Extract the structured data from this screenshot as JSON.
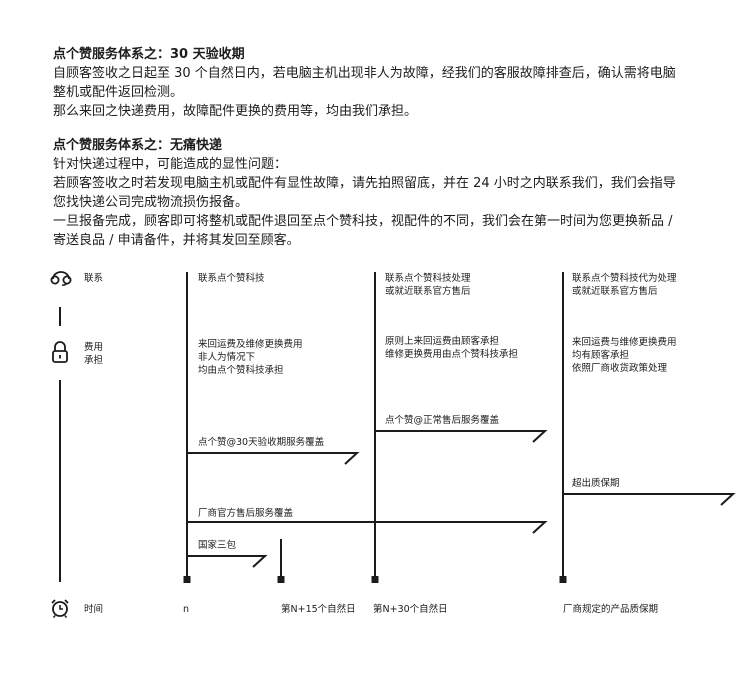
{
  "intro": {
    "section1": {
      "title": "点个赞服务体系之：30 天验收期",
      "lines": [
        "自顾客签收之日起至 30 个自然日内，若电脑主机出现非人为故障，经我们的客服故障排查后，确认需将电脑",
        "整机或配件返回检测。",
        "那么来回之快递费用，故障配件更换的费用等，均由我们承担。"
      ]
    },
    "section2": {
      "title": "点个赞服务体系之：无痛快递",
      "lines": [
        "针对快递过程中，可能造成的显性问题：",
        "若顾客签收之时若发现电脑主机或配件有显性故障，请先拍照留底，并在 24 小时之内联系我们，我们会指导",
        "您找快递公司完成物流损伤报备。",
        "一旦报备完成，顾客即可将整机或配件退回至点个赞科技，视配件的不同，我们会在第一时间为您更换新品 /",
        "寄送良品 / 申请备件，并将其发回至顾客。"
      ]
    }
  },
  "row_labels": {
    "contact": "联系",
    "cost_line1": "费用",
    "cost_line2": "承担",
    "time": "时间"
  },
  "icons": {
    "contact": "headset-icon",
    "cost": "padlock-icon",
    "time": "alarm-clock-icon"
  },
  "timeline": {
    "col1": {
      "contact": "联系点个赞科技",
      "cost": [
        "来回运费及维修更换费用",
        "非人为情况下",
        "均由点个赞科技承担"
      ],
      "time": "n"
    },
    "col2": {
      "contact": [
        "联系点个赞科技处理",
        "或就近联系官方售后"
      ],
      "cost": [
        "原则上来回运费由顾客承担",
        "维修更换费用由点个赞科技承担"
      ],
      "time": "第N+30个自然日"
    },
    "col3": {
      "contact": [
        "联系点个赞科技代为处理",
        "或就近联系官方售后"
      ],
      "cost": [
        "来回运费与维修更换费用",
        "均有顾客承担",
        "依照厂商收货政策处理"
      ],
      "time": "厂商规定的产品质保期"
    },
    "n15_time": "第N+15个自然日",
    "coverage": {
      "thirty_day": "点个赞@30天验收期服务覆盖",
      "normal_after_sales": "点个赞@正常售后服务覆盖",
      "manufacturer": "厂商官方售后服务覆盖",
      "national_warranty": "国家三包",
      "beyond_warranty": "超出质保期"
    }
  }
}
